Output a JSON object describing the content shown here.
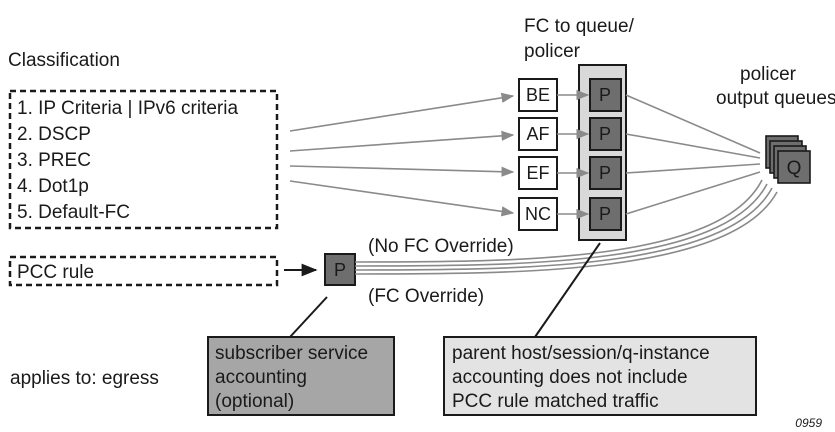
{
  "labels": {
    "classification": "Classification",
    "fc_header_line1": "FC to queue/",
    "fc_header_line2": "policer",
    "output_line1": "policer",
    "output_line2": "output queues",
    "no_fc_override": "(No FC Override)",
    "fc_override": "(FC Override)",
    "applies_to": "applies to: egress",
    "figure_id": "0959"
  },
  "criteria": [
    "1. IP Criteria | IPv6 criteria",
    "2. DSCP",
    "3. PREC",
    "4. Dot1p",
    "5. Default-FC"
  ],
  "pcc_rule": "PCC rule",
  "forwarding_classes": [
    "BE",
    "AF",
    "EF",
    "NC"
  ],
  "policer_label": "P",
  "queue_label": "Q",
  "notes": {
    "subscriber": [
      "subscriber service",
      "accounting",
      "(optional)"
    ],
    "parent": [
      "parent host/session/q-instance",
      "accounting does not include",
      "PCC rule matched traffic"
    ]
  },
  "colors": {
    "policer_fill": "#6e6e6e",
    "column_fill": "#d9d9d9",
    "subscriber_note_fill": "#a6a6a6",
    "parent_note_fill": "#e3e3e3",
    "arrow": "#8a8a8a"
  }
}
